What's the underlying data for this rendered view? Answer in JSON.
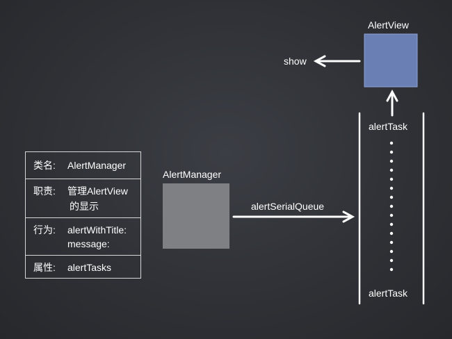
{
  "diagram": {
    "table": {
      "class_label": "类名:",
      "class_value": "AlertManager",
      "duty_label": "职责:",
      "duty_value_line1": "管理AlertView",
      "duty_value_line2": "的显示",
      "behavior_label": "行为:",
      "behavior_value_line1": "alertWithTitle:",
      "behavior_value_line2": "message:",
      "property_label": "属性:",
      "property_value": "alertTasks"
    },
    "manager_label": "AlertManager",
    "queue_label": "alertSerialQueue",
    "alertview_label": "AlertView",
    "show_label": "show",
    "task_top_label": "alertTask",
    "task_bottom_label": "alertTask",
    "colors": {
      "background": "#2f3136",
      "manager_box": "#7f8084",
      "alertview_box": "#6a7fb3",
      "chalk": "#ffffff"
    }
  }
}
